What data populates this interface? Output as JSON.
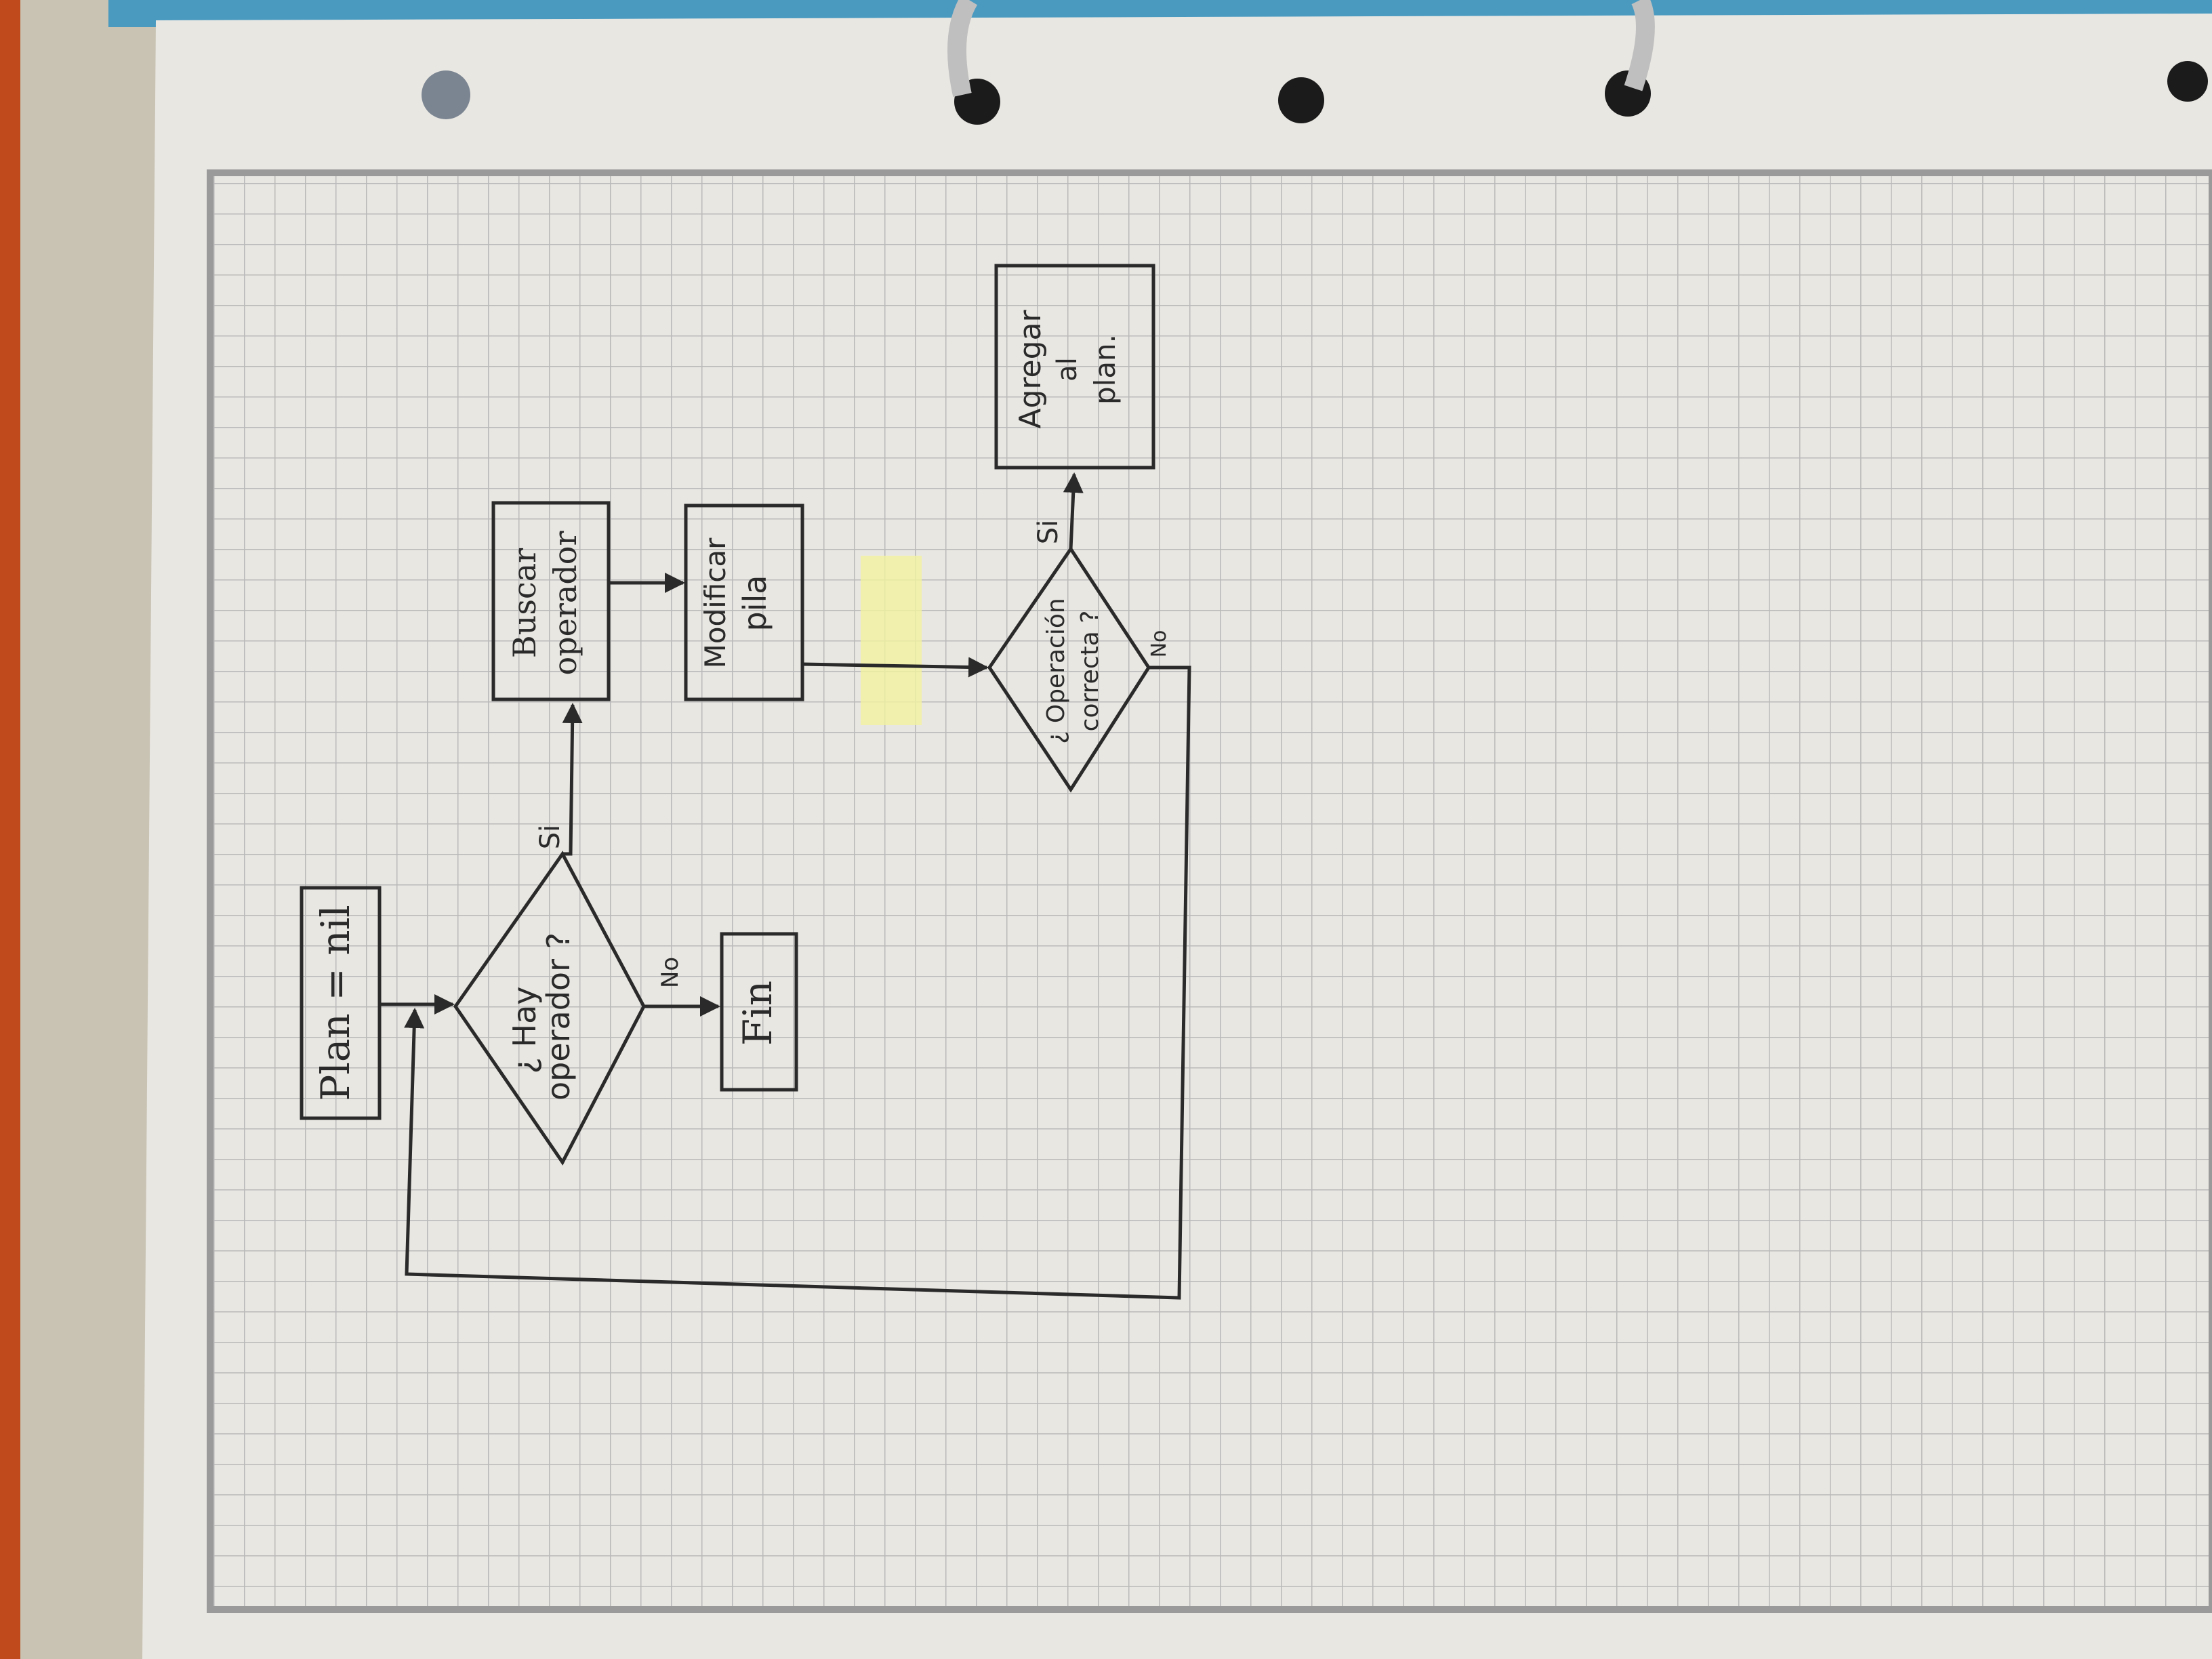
{
  "flowchart": {
    "start": {
      "text": "Plan = nil"
    },
    "decision_1": {
      "line1": "¿ Hay",
      "line2": "operador ?"
    },
    "process_search": {
      "line1": "Buscar",
      "line2": "operador"
    },
    "process_modify": {
      "line1": "Modificar",
      "line2": "pila"
    },
    "decision_2": {
      "line1": "¿ Operación",
      "line2": "correcta ?"
    },
    "process_add": {
      "line1": "Agregar",
      "line2": "al",
      "line3": "plan."
    },
    "end": {
      "text": "Fin"
    },
    "labels": {
      "d1_yes": "Si",
      "d1_no": "No",
      "d2_yes": "Si",
      "d2_no": "No"
    }
  },
  "colors": {
    "paper": "#e9e7e2",
    "grid": "#b9b9b9",
    "ink": "#2a2a2a",
    "highlighter": "#f2f3a0",
    "binder_edge": "#c7c2b4"
  }
}
